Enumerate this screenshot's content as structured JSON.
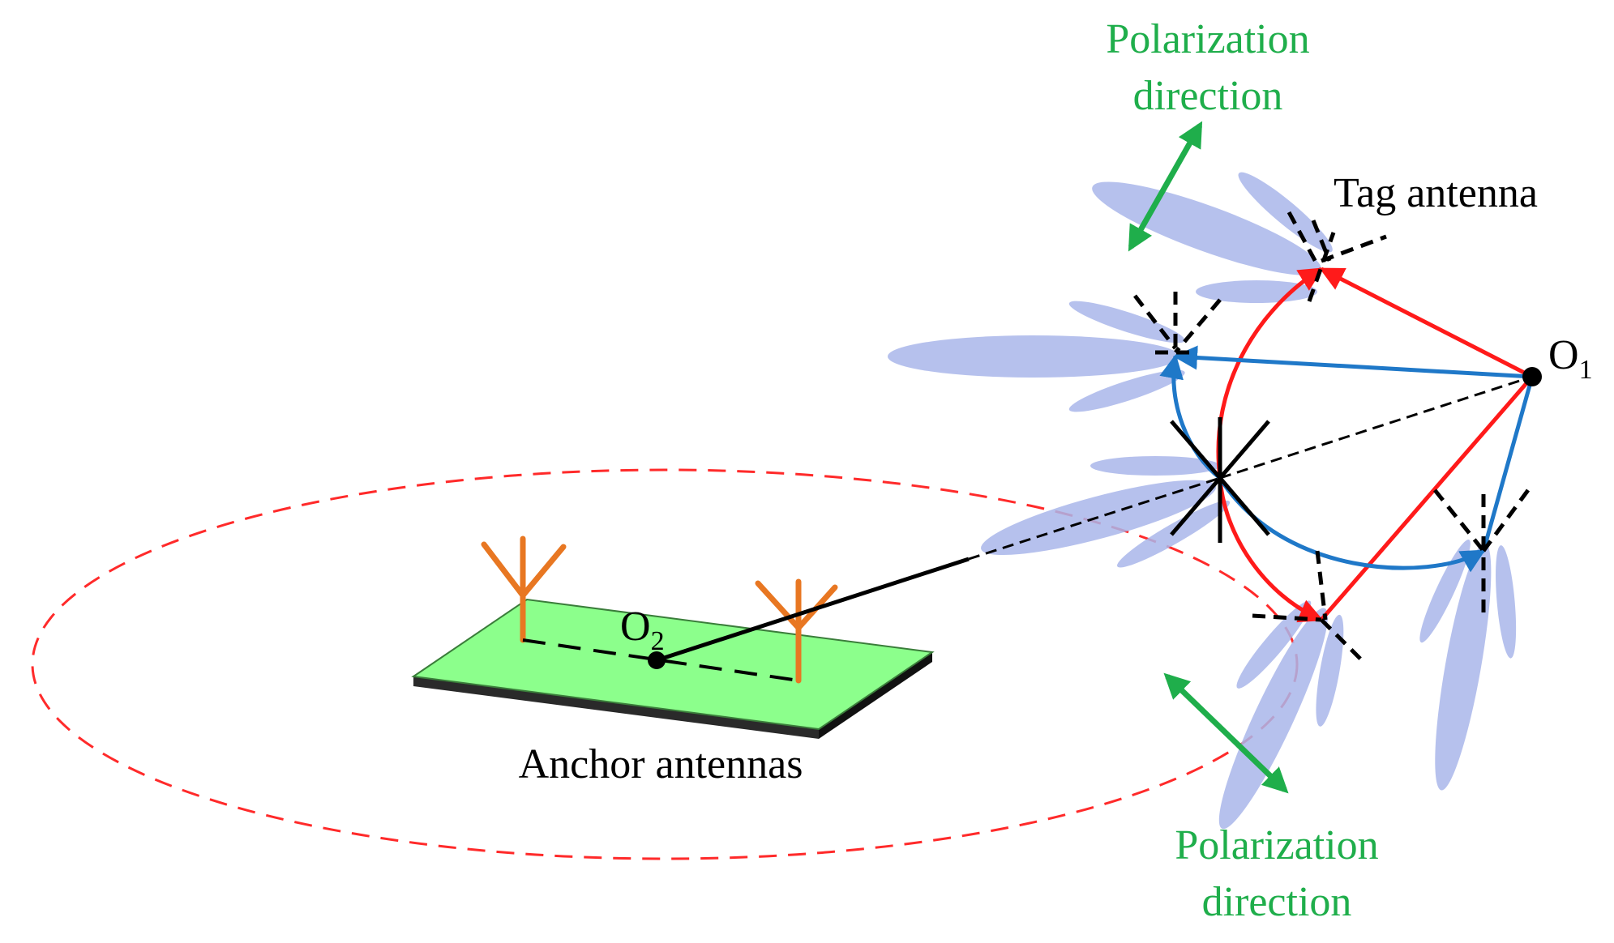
{
  "labels": {
    "polarization_top_line1": "Polarization",
    "polarization_top_line2": "direction",
    "polarization_bottom_line1": "Polarization",
    "polarization_bottom_line2": "direction",
    "tag_antenna": "Tag antenna",
    "anchor_antennas": "Anchor antennas",
    "o1_letter": "O",
    "o1_sub": "1",
    "o2_letter": "O",
    "o2_sub": "2"
  },
  "colors": {
    "polarization_arrow": "#1fae4b",
    "red_path": "#ff1a1a",
    "blue_path": "#1f78c8",
    "lobe_fill": "#a9b6ea",
    "anchor_board": "#8cff8c",
    "anchor_antenna": "#e87722",
    "dashed_circle": "#ff2a2a"
  },
  "icons": {
    "polarization_arrows": "double-headed-arrow-icon",
    "tag_antenna_marker": "dipole-cross-icon",
    "anchor_antenna_marker": "y-antenna-icon"
  }
}
